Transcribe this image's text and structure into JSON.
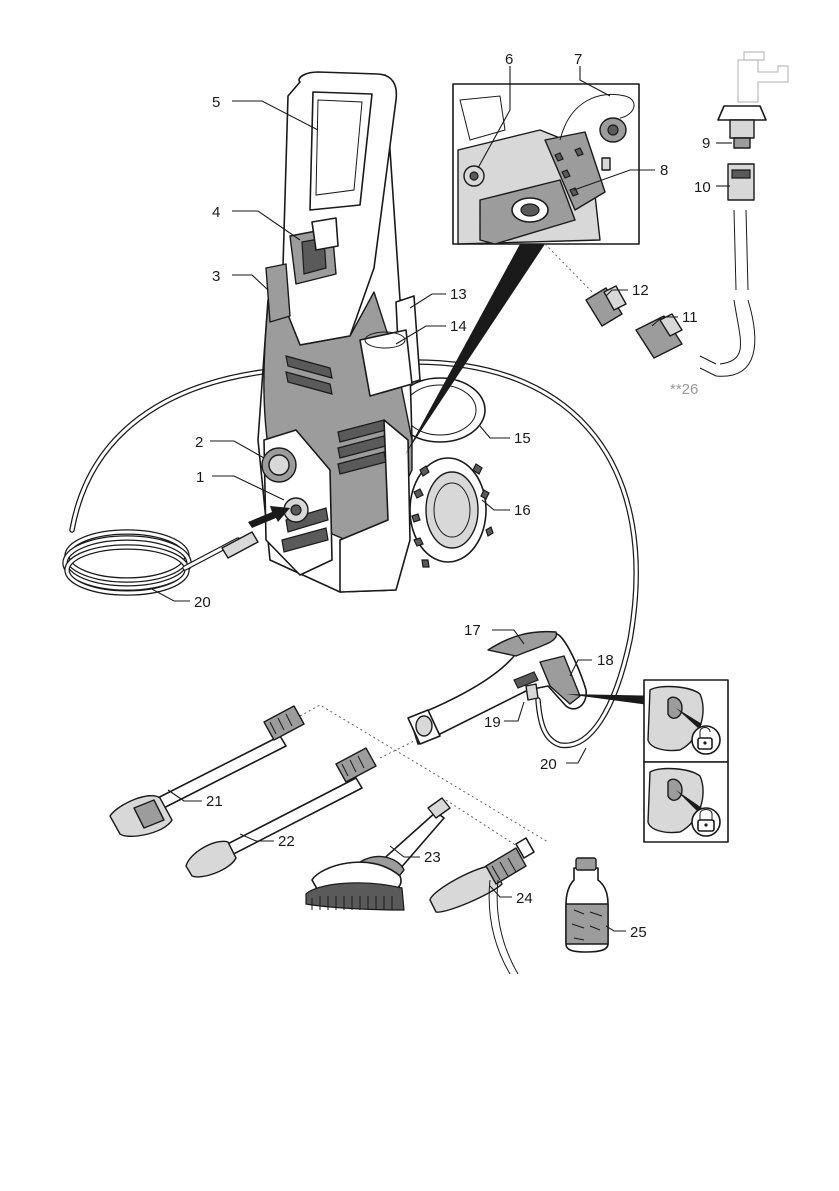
{
  "callouts": [
    {
      "id": "c1",
      "text": "1"
    },
    {
      "id": "c2",
      "text": "2"
    },
    {
      "id": "c3",
      "text": "3"
    },
    {
      "id": "c4",
      "text": "4"
    },
    {
      "id": "c5",
      "text": "5"
    },
    {
      "id": "c6",
      "text": "6"
    },
    {
      "id": "c7",
      "text": "7"
    },
    {
      "id": "c8",
      "text": "8"
    },
    {
      "id": "c9",
      "text": "9"
    },
    {
      "id": "c10",
      "text": "10"
    },
    {
      "id": "c11",
      "text": "11"
    },
    {
      "id": "c12",
      "text": "12"
    },
    {
      "id": "c13",
      "text": "13"
    },
    {
      "id": "c14",
      "text": "14"
    },
    {
      "id": "c15",
      "text": "15"
    },
    {
      "id": "c16",
      "text": "16"
    },
    {
      "id": "c17",
      "text": "17"
    },
    {
      "id": "c18",
      "text": "18"
    },
    {
      "id": "c19",
      "text": "19"
    },
    {
      "id": "c20a",
      "text": "20"
    },
    {
      "id": "c20b",
      "text": "20"
    },
    {
      "id": "c21",
      "text": "21"
    },
    {
      "id": "c22",
      "text": "22"
    },
    {
      "id": "c23",
      "text": "23"
    },
    {
      "id": "c24",
      "text": "24"
    },
    {
      "id": "c25",
      "text": "25"
    },
    {
      "id": "c26",
      "text": "**26"
    }
  ],
  "colors": {
    "line": "#1a1a1a",
    "housing_grey": "#9c9c9c",
    "optional_part_label": "#9a9a9a"
  },
  "icons": [
    "padlock-open-icon",
    "padlock-closed-icon"
  ]
}
